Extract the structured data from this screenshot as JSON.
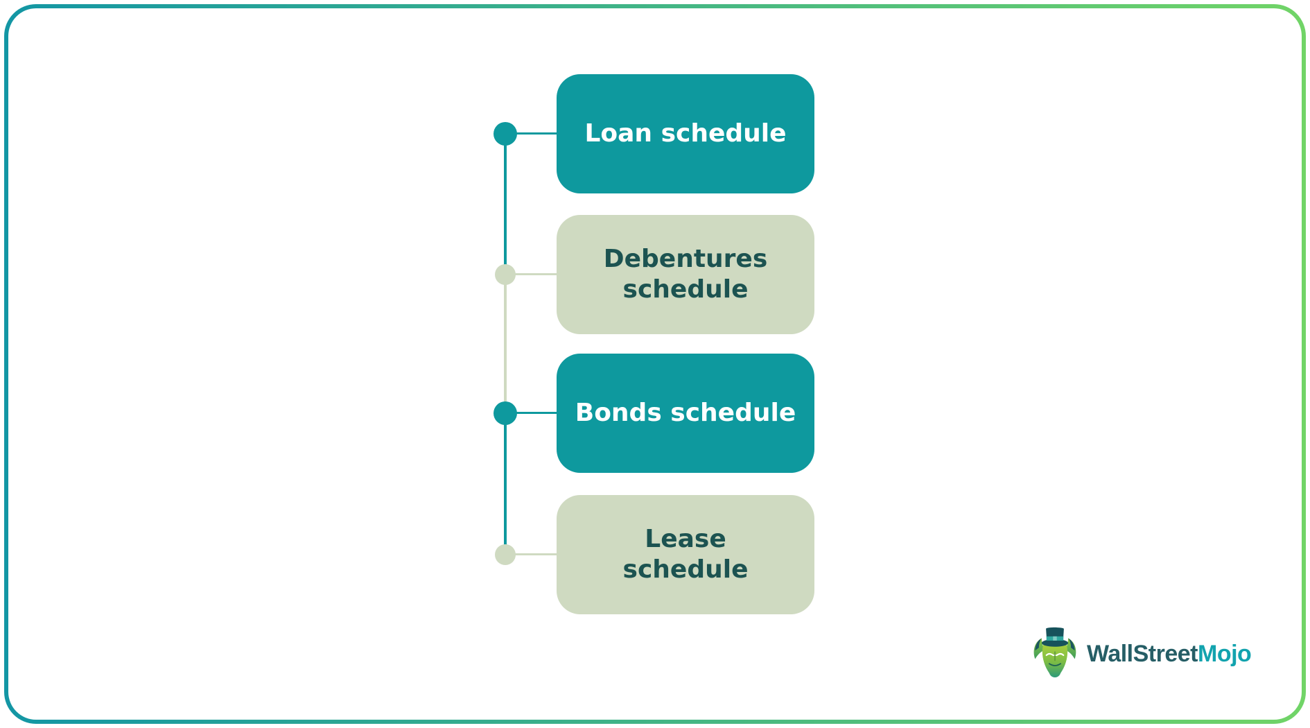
{
  "colors": {
    "teal": "#0E999E",
    "sage": "#CFDAC1",
    "text_on_teal": "#FFFFFF",
    "text_on_sage": "#1C5351",
    "border_left": "#1396A4",
    "border_right": "#71D467",
    "logo_primary": "#265E66",
    "logo_accent": "#12A3AE"
  },
  "diagram": {
    "items": [
      {
        "label": "Loan schedule",
        "variant": "teal"
      },
      {
        "label": "Debentures\nschedule",
        "variant": "sage"
      },
      {
        "label": "Bonds schedule",
        "variant": "teal"
      },
      {
        "label": "Lease\nschedule",
        "variant": "sage"
      }
    ]
  },
  "logo": {
    "part1": "WallStreet",
    "part2": "Mojo",
    "icon": "bull-mascot-icon"
  }
}
